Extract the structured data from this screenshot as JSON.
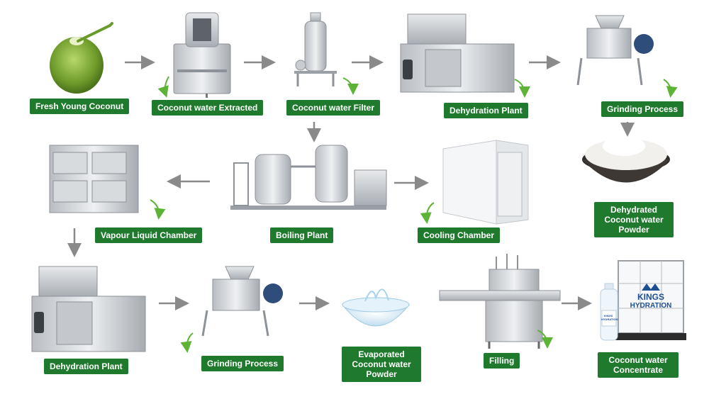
{
  "labels": {
    "fresh_young_coconut": "Fresh Young Coconut",
    "coconut_water_extracted": "Coconut water Extracted",
    "coconut_water_filter": "Coconut water Filter",
    "dehydration_plant_top": "Dehydration Plant",
    "grinding_process_top": "Grinding Process",
    "vapour_liquid_chamber": "Vapour Liquid Chamber",
    "boiling_plant": "Boiling Plant",
    "cooling_chamber": "Cooling Chamber",
    "dehydrated_powder": [
      "Dehydrated",
      "Coconut water",
      "Powder"
    ],
    "dehydration_plant_bottom": "Dehydration Plant",
    "grinding_process_bottom": "Grinding Process",
    "evaporated_powder": [
      "Evaporated",
      "Coconut water",
      "Powder"
    ],
    "filling": "Filling",
    "coconut_water_concentrate": [
      "Coconut water",
      "Concentrate"
    ]
  },
  "branding": {
    "small_bottle": "KINGS HYDRATION",
    "tank_line1": "KINGS",
    "tank_line2": "HYDRATION"
  },
  "colors": {
    "label_bg": "#1f7a2e",
    "label_text": "#ffffff",
    "flow_arrow": "#8a8a8a",
    "curl_arrow": "#5cb336"
  },
  "icons": {
    "flow": "gray-arrow-icon",
    "curl": "green-curved-arrow-icon"
  }
}
